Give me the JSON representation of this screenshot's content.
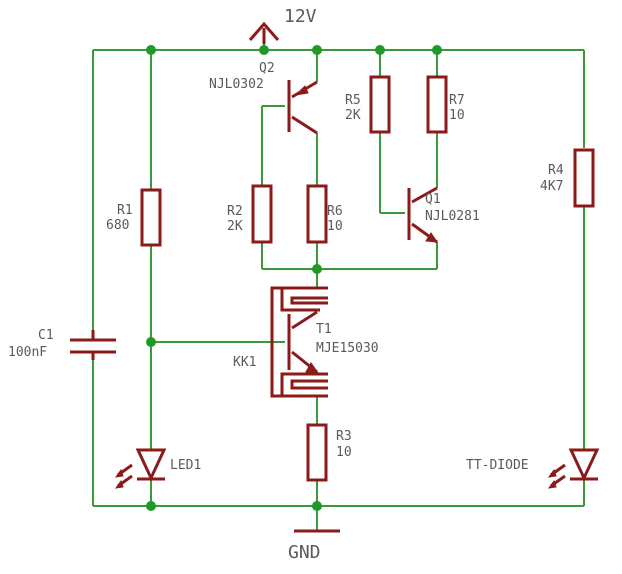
{
  "supply": {
    "label": "12V"
  },
  "ground": {
    "label": "GND"
  },
  "components": {
    "q2": {
      "name": "Q2",
      "value": "NJL0302"
    },
    "q1": {
      "name": "Q1",
      "value": "NJL0281"
    },
    "t1": {
      "name": "T1",
      "value": "MJE15030"
    },
    "kk1": {
      "name": "KK1"
    },
    "r1": {
      "name": "R1",
      "value": "680"
    },
    "r2": {
      "name": "R2",
      "value": "2K"
    },
    "r3": {
      "name": "R3",
      "value": "10"
    },
    "r4": {
      "name": "R4",
      "value": "4K7"
    },
    "r5": {
      "name": "R5",
      "value": "2K"
    },
    "r6": {
      "name": "R6",
      "value": "10"
    },
    "r7": {
      "name": "R7",
      "value": "10"
    },
    "c1": {
      "name": "C1",
      "value": "100nF"
    },
    "led1": {
      "name": "LED1"
    },
    "tt_diode": {
      "name": "TT-DIODE"
    }
  },
  "colors": {
    "wire": "#3a9a3a",
    "component": "#8b1a1a",
    "junction": "#1f9a2a",
    "label": "#5a5a5a"
  }
}
